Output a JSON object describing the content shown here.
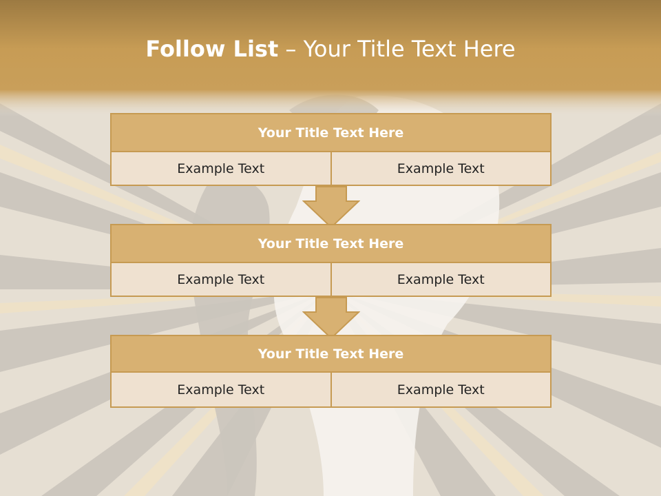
{
  "slide": {
    "title_bold": "Follow List",
    "title_rest": " – Your Title Text Here"
  },
  "blocks": [
    {
      "title": "Your Title Text Here",
      "left": "Example Text",
      "right": "Example Text"
    },
    {
      "title": "Your Title Text Here",
      "left": "Example Text",
      "right": "Example Text"
    },
    {
      "title": "Your Title Text Here",
      "left": "Example Text",
      "right": "Example Text"
    }
  ],
  "colors": {
    "header_band": "#c69a52",
    "block_header": "#d8b172",
    "block_cell": "#efe1d0",
    "border": "#c69a52"
  }
}
